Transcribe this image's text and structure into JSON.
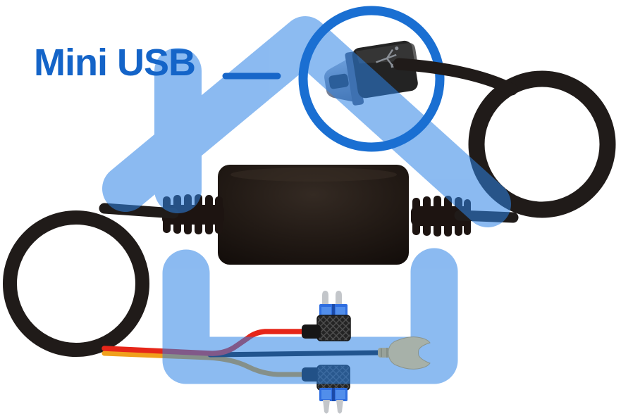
{
  "annotation": {
    "label": "Mini USB",
    "label_color": "#1464c8",
    "pointer_dash_color": "#1766c9",
    "callout_circle_color": "#1a6fd2"
  },
  "watermark": {
    "name": "house-outline-watermark",
    "color": "#2e83e6",
    "opacity": "0.55"
  },
  "hardware": {
    "cable_color": "#201b19",
    "converter_box_color": "#1c1512",
    "mini_usb_connector": {
      "body_color": "#232323",
      "plug_color": "#8791a6",
      "usb_logo_color": "#8a8f96"
    },
    "wires": {
      "acc_wire_color": "#e62619",
      "batt_wire_color": "#f0a01c",
      "ground_wire_color": "#131b24"
    },
    "fuse_taps": {
      "fuse_color": "#2e6de0",
      "pin_color": "#c3c6ca",
      "knurl_color": "#262626"
    },
    "fork_terminal_color": "#a7b1a9"
  }
}
